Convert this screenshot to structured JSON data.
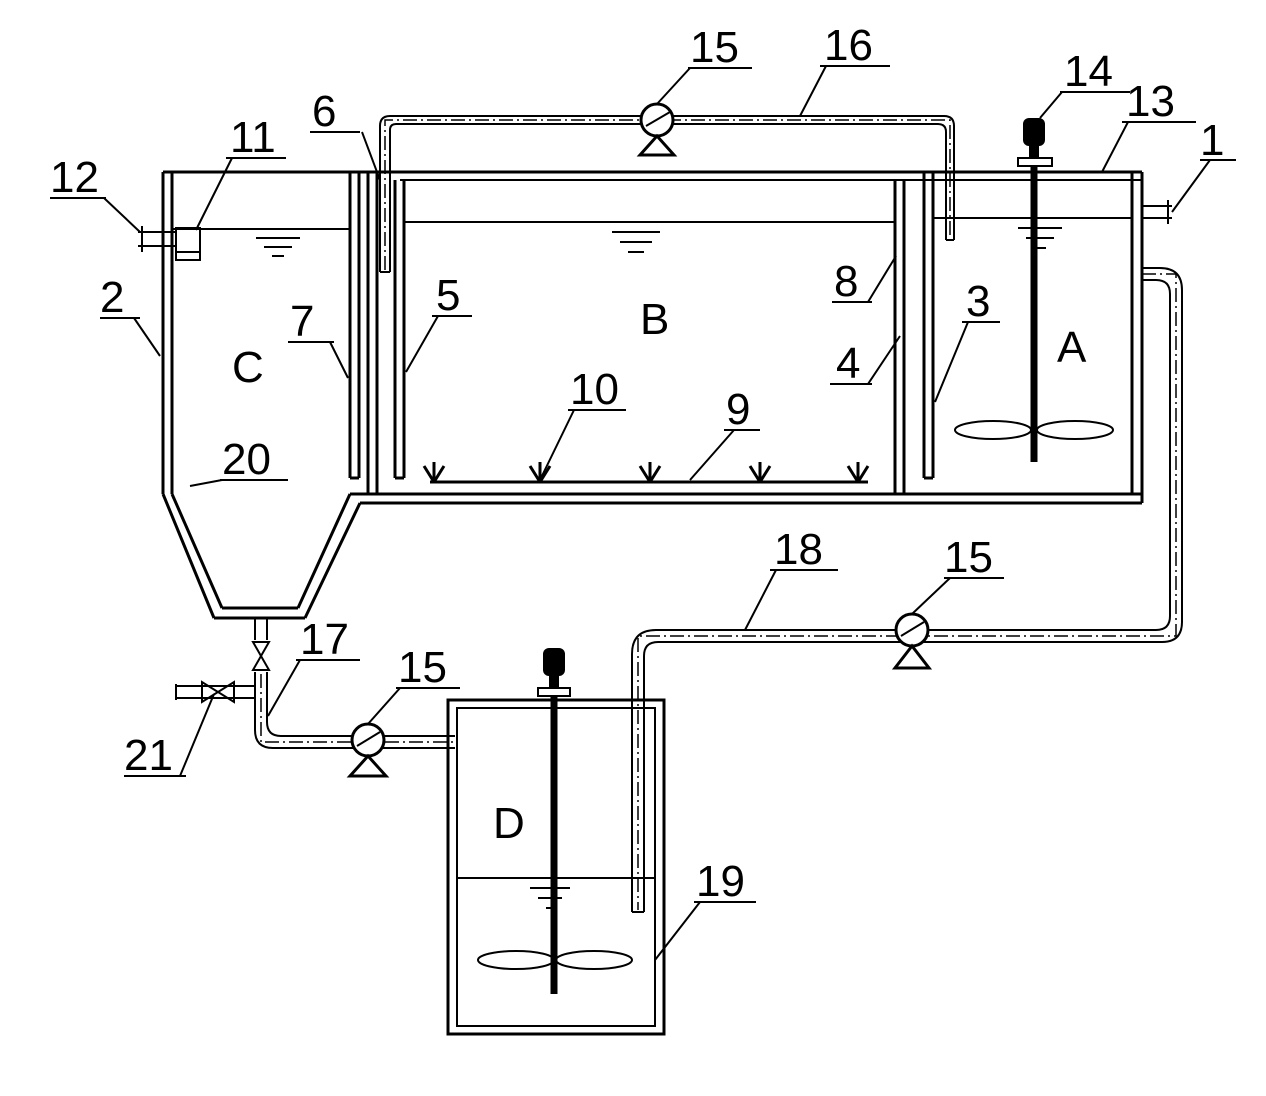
{
  "zones": {
    "A": "A",
    "B": "B",
    "C": "C",
    "D": "D"
  },
  "labels": {
    "l1": "1",
    "l2": "2",
    "l3": "3",
    "l4": "4",
    "l5": "5",
    "l6": "6",
    "l7": "7",
    "l8": "8",
    "l9": "9",
    "l10": "10",
    "l11": "11",
    "l12": "12",
    "l13": "13",
    "l14": "14",
    "l15a": "15",
    "l15b": "15",
    "l15c": "15",
    "l16": "16",
    "l17": "17",
    "l18": "18",
    "l19": "19",
    "l20": "20",
    "l21": "21"
  }
}
